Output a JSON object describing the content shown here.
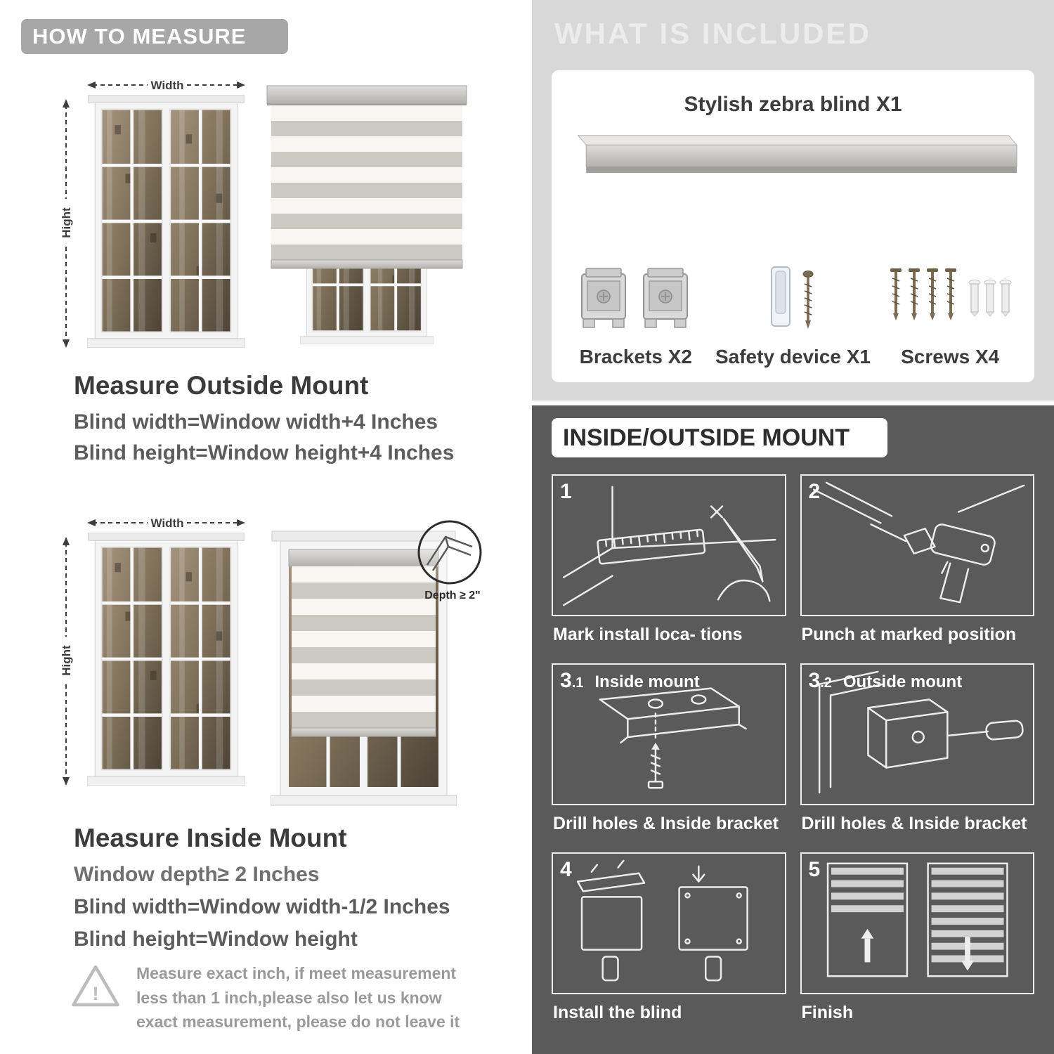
{
  "colors": {
    "header_pill": "#a7a7a7",
    "panel_light": "#d8d8d8",
    "panel_dark": "#5a5a5a",
    "heading_text": "#3b3b3b",
    "formula_text": "#5c5c5c"
  },
  "measure": {
    "header": "HOW TO MEASURE",
    "width_label": "Width",
    "height_label": "Hight",
    "outside": {
      "heading": "Measure Outside Mount",
      "lines": [
        "Blind width=Window width+4 Inches",
        "Blind height=Window height+4 Inches"
      ]
    },
    "inside": {
      "depth_callout": "Depth ≥ 2\"",
      "heading": "Measure Inside Mount",
      "lines": [
        "Window depth≥ 2 Inches",
        "Blind width=Window width-1/2 Inches",
        "Blind height=Window height"
      ]
    },
    "warning_mark": "!",
    "warning": "Measure exact inch, if meet measurement less than 1 inch,please also let us know exact measurement, please do not leave it"
  },
  "included": {
    "header": "WHAT IS INCLUDED",
    "blind_label": "Stylish zebra blind X1",
    "items": [
      {
        "label": "Brackets X2"
      },
      {
        "label": "Safety device X1"
      },
      {
        "label": "Screws X4"
      }
    ]
  },
  "mount": {
    "header": "INSIDE/OUTSIDE MOUNT",
    "steps": [
      {
        "num": "1",
        "sub": "",
        "title": "",
        "caption": "Mark install loca- tions"
      },
      {
        "num": "2",
        "sub": "",
        "title": "",
        "caption": "Punch at  marked position"
      },
      {
        "num": "3",
        "sub": ".1",
        "title": "Inside mount",
        "caption": "Drill holes &  Inside bracket"
      },
      {
        "num": "3",
        "sub": ".2",
        "title": "Outside mount",
        "caption": "Drill holes &  Inside bracket"
      },
      {
        "num": "4",
        "sub": "",
        "title": "",
        "caption": "Install the blind"
      },
      {
        "num": "5",
        "sub": "",
        "title": "",
        "caption": "Finish"
      }
    ]
  }
}
